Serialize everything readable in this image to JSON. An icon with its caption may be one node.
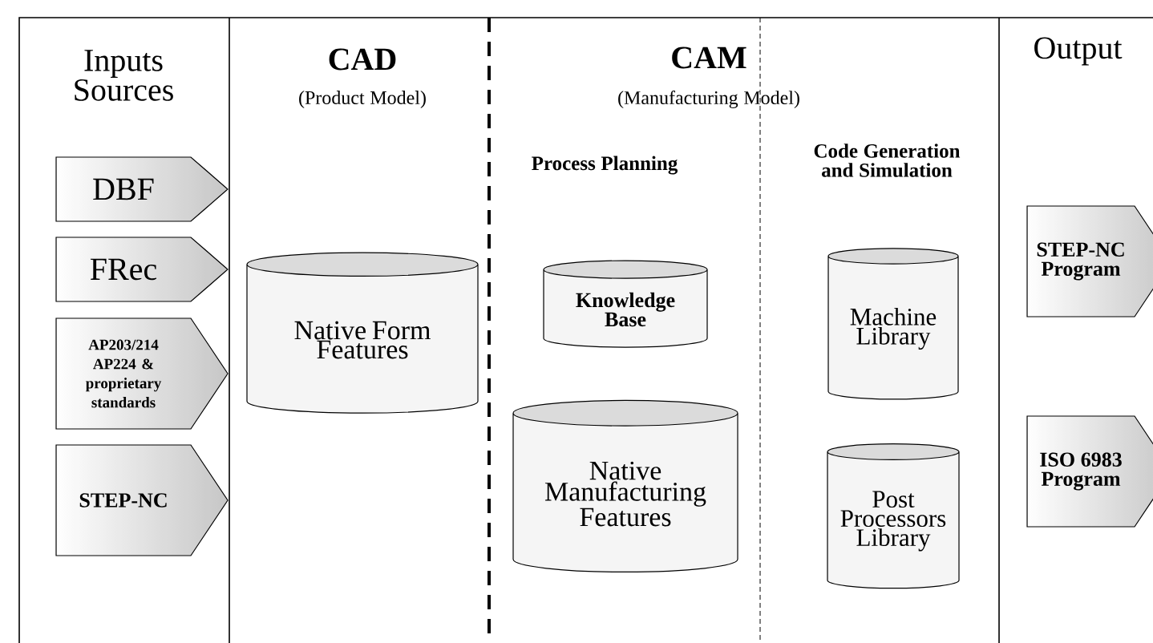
{
  "diagram": {
    "nodes": [
      {
        "text": [
          "DBF"
        ]
      },
      {
        "text": [
          "FRec"
        ]
      },
      {
        "text": [
          "AP203/214 AP224 & proprietary standards"
        ]
      },
      {
        "text": [
          "STEP-NC"
        ]
      },
      {
        "text": [
          "Native Form Features"
        ]
      },
      {
        "text": [
          "Knowledge Base"
        ]
      },
      {
        "text": [
          "Native Manufacturing Features"
        ]
      },
      {
        "text": [
          "Machine Library"
        ]
      },
      {
        "text": [
          "Post Processors Library"
        ]
      },
      {
        "text": [
          "STEP-NC Program"
        ]
      },
      {
        "text": [
          "ISO 6983 Program"
        ]
      }
    ],
    "labels": [
      "Inputs Sources",
      "CAD",
      "(Product Model)",
      "CAM",
      "(Manufacturing Model)",
      "Output",
      "Process Planning",
      "Code Generation and Simulation"
    ]
  }
}
